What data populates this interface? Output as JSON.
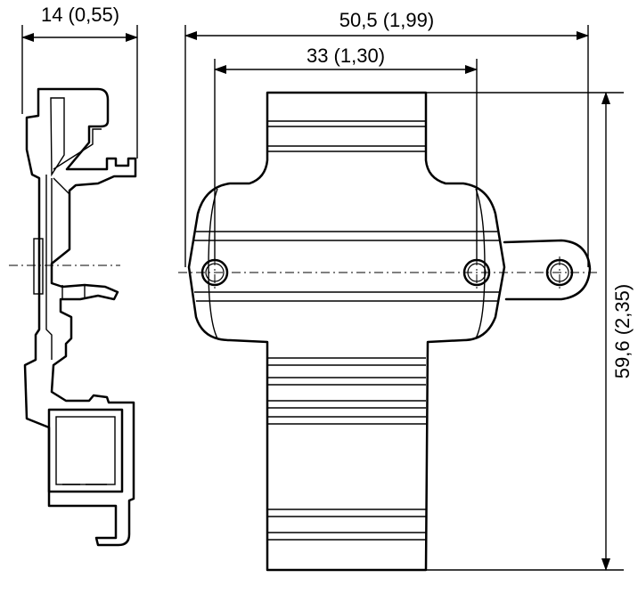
{
  "dimensions": {
    "width_side": "14 (0,55)",
    "width_overall": "50,5 (1,99)",
    "hole_spacing": "33 (1,30)",
    "height_overall": "59,6 (2,35)"
  }
}
